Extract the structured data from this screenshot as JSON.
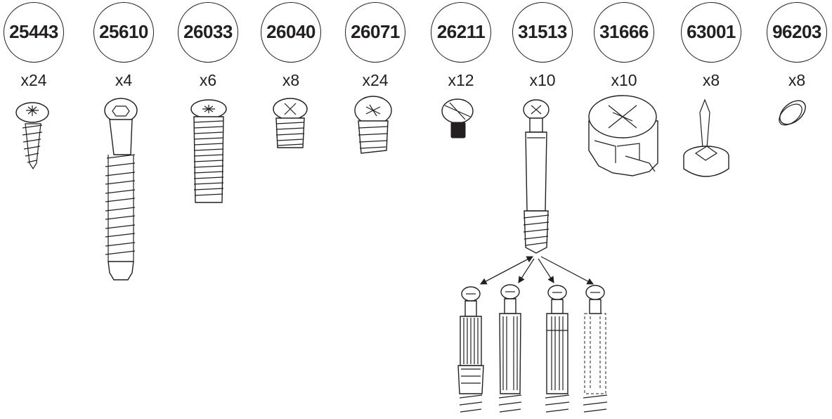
{
  "parts": [
    {
      "number": "25443",
      "qty": "x24",
      "icon": "pan-head-wood-screw-icon"
    },
    {
      "number": "25610",
      "qty": "x4",
      "icon": "long-hex-socket-screw-icon"
    },
    {
      "number": "26033",
      "qty": "x6",
      "icon": "long-euro-screw-icon"
    },
    {
      "number": "26040",
      "qty": "x8",
      "icon": "short-euro-screw-icon"
    },
    {
      "number": "26071",
      "qty": "x24",
      "icon": "euro-screw-icon"
    },
    {
      "number": "26211",
      "qty": "x12",
      "icon": "machine-screw-icon"
    },
    {
      "number": "31513",
      "qty": "x10",
      "icon": "cam-dowel-icon"
    },
    {
      "number": "31666",
      "qty": "x10",
      "icon": "cam-lock-icon"
    },
    {
      "number": "63001",
      "qty": "x8",
      "icon": "nail-glide-icon"
    },
    {
      "number": "96203",
      "qty": "x8",
      "icon": "cover-cap-icon"
    }
  ],
  "variants_icon": "cam-dowel-variants-icon"
}
